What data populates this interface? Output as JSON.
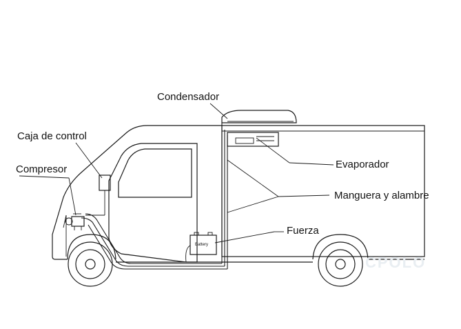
{
  "labels": {
    "condensador": "Condensador",
    "caja_de_control": "Caja de control",
    "compresor": "Compresor",
    "evaporador": "Evaporador",
    "manguera_y_alambre": "Manguera y alambre",
    "fuerza": "Fuerza"
  },
  "battery_label": "Battery",
  "watermark": "CPOLO",
  "colors": {
    "line": "#1a1a1a",
    "background": "#ffffff"
  }
}
